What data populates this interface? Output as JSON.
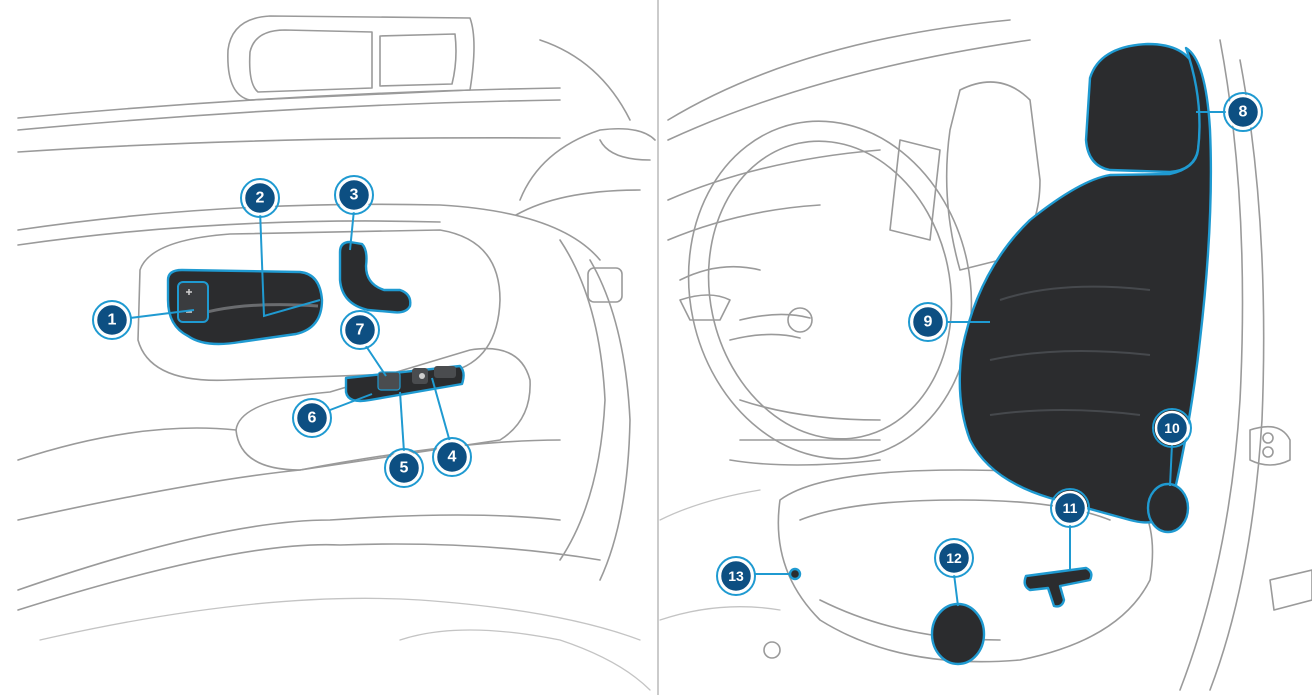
{
  "colors": {
    "accent": "#1f9ad1",
    "callout_fill": "#0d4f82",
    "part_fill": "#2b2c2e",
    "sketch_line": "#9a9a9a"
  },
  "callouts": [
    {
      "id": "1",
      "label": "1"
    },
    {
      "id": "2",
      "label": "2"
    },
    {
      "id": "3",
      "label": "3"
    },
    {
      "id": "4",
      "label": "4"
    },
    {
      "id": "5",
      "label": "5"
    },
    {
      "id": "6",
      "label": "6"
    },
    {
      "id": "7",
      "label": "7"
    },
    {
      "id": "8",
      "label": "8"
    },
    {
      "id": "9",
      "label": "9"
    },
    {
      "id": "10",
      "label": "10"
    },
    {
      "id": "11",
      "label": "11"
    },
    {
      "id": "12",
      "label": "12"
    },
    {
      "id": "13",
      "label": "13"
    }
  ]
}
